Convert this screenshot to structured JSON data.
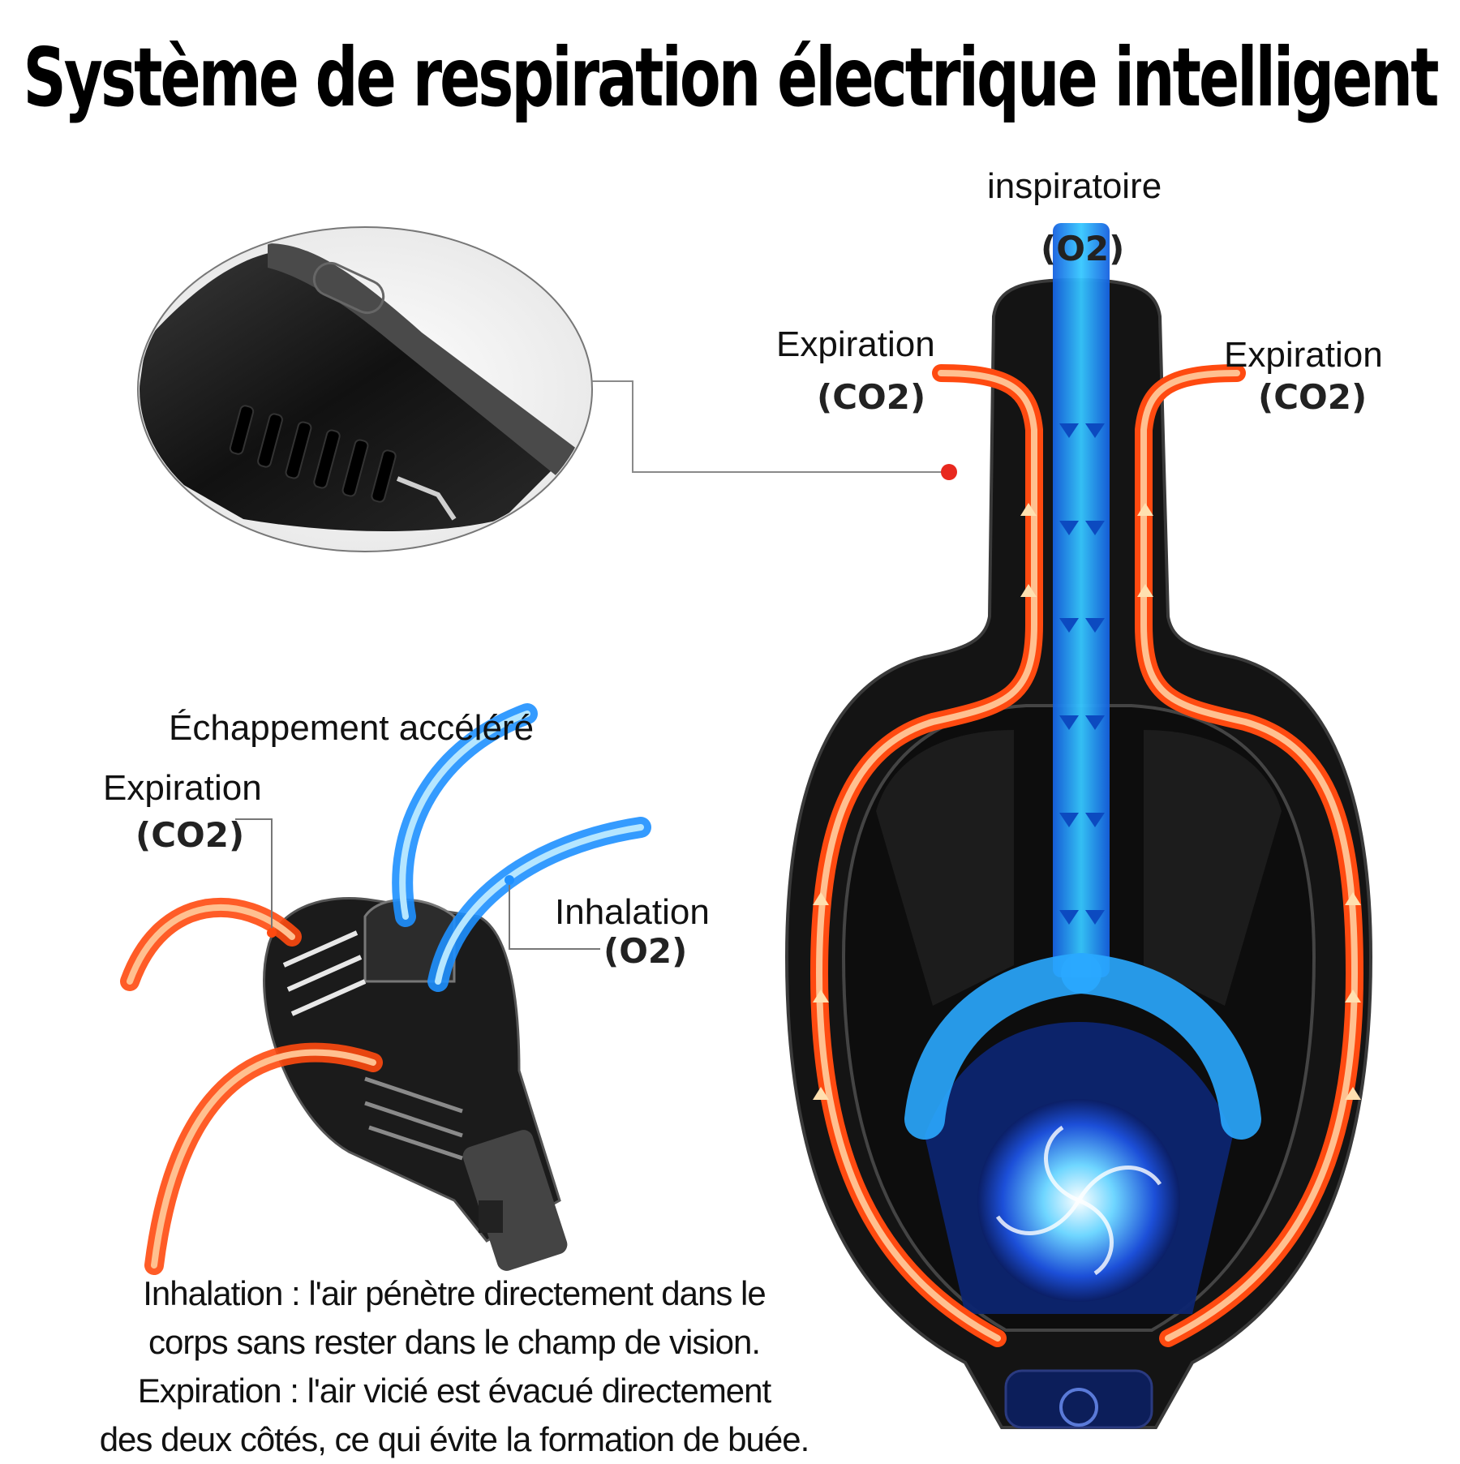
{
  "title": "Système de respiration électrique intelligent",
  "mask": {
    "inlet_label": "inspiratoire",
    "inlet_gas": "(O2)",
    "left_exhale_label": "Expiration",
    "left_exhale_gas": "(CO2)",
    "right_exhale_label": "Expiration",
    "right_exhale_gas": "(CO2)"
  },
  "valve": {
    "exhaust_label": "Échappement accéléré",
    "exhale_label": "Expiration",
    "exhale_gas": "(CO2)",
    "inhale_label": "Inhalation",
    "inhale_gas": "(O2)"
  },
  "caption": {
    "line1": "Inhalation : l'air pénètre directement dans le",
    "line2": "corps sans rester dans le champ de vision.",
    "line3": "Expiration : l'air vicié est évacué directement",
    "line4": "des deux côtés, ce qui évite la formation de buée."
  },
  "colors": {
    "inhale_blue": "#1e90ff",
    "exhale_orange": "#ff5a1f",
    "mask_body": "#1a1a1a",
    "pointer_dot": "#e8281e"
  }
}
